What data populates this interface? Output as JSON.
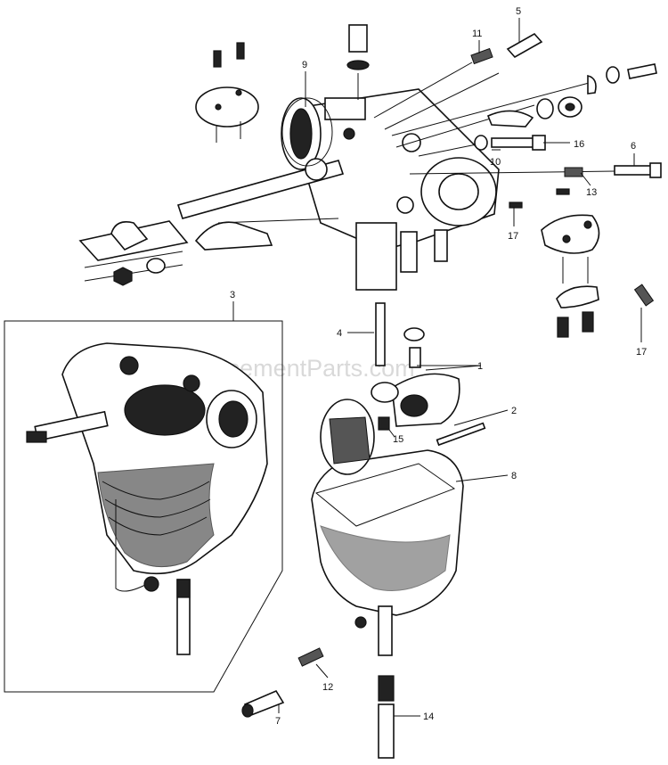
{
  "watermark": "eReplacementParts.com",
  "callouts": [
    {
      "id": "c1",
      "label": "1"
    },
    {
      "id": "c2",
      "label": "2"
    },
    {
      "id": "c3",
      "label": "3"
    },
    {
      "id": "c4",
      "label": "4"
    },
    {
      "id": "c5",
      "label": "5"
    },
    {
      "id": "c6",
      "label": "6"
    },
    {
      "id": "c7",
      "label": "7"
    },
    {
      "id": "c8",
      "label": "8"
    },
    {
      "id": "c9",
      "label": "9"
    },
    {
      "id": "c10",
      "label": "10"
    },
    {
      "id": "c11",
      "label": "11"
    },
    {
      "id": "c12",
      "label": "12"
    },
    {
      "id": "c13",
      "label": "13"
    },
    {
      "id": "c14",
      "label": "14"
    },
    {
      "id": "c15",
      "label": "15"
    },
    {
      "id": "c16",
      "label": "16"
    },
    {
      "id": "c17a",
      "label": "17"
    },
    {
      "id": "c17b",
      "label": "17"
    }
  ]
}
